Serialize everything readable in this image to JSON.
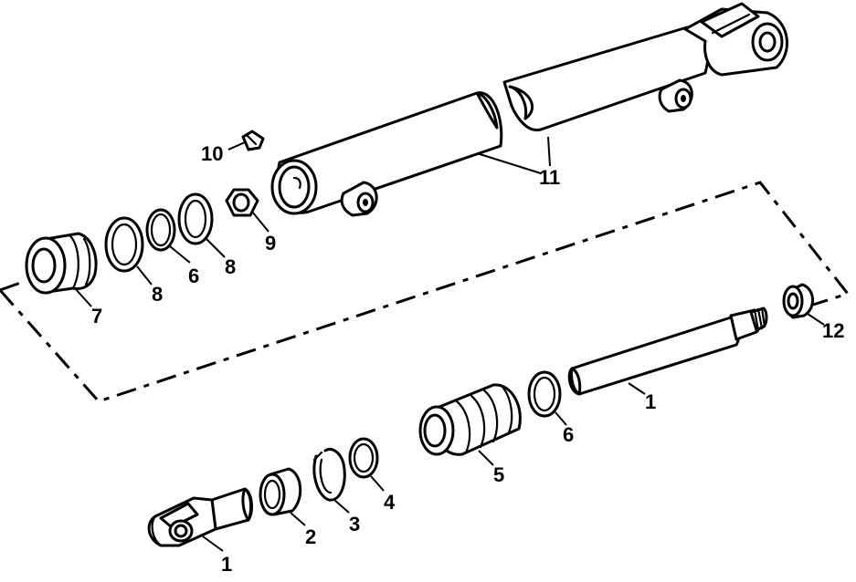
{
  "callouts": {
    "c1_rod": "1",
    "c1_clevis": "1",
    "c2": "2",
    "c3": "3",
    "c4": "4",
    "c5": "5",
    "c6_upper": "6",
    "c6_lower": "6",
    "c7": "7",
    "c8_left": "8",
    "c8_right": "8",
    "c9": "9",
    "c10": "10",
    "c11": "11",
    "c12": "12"
  }
}
